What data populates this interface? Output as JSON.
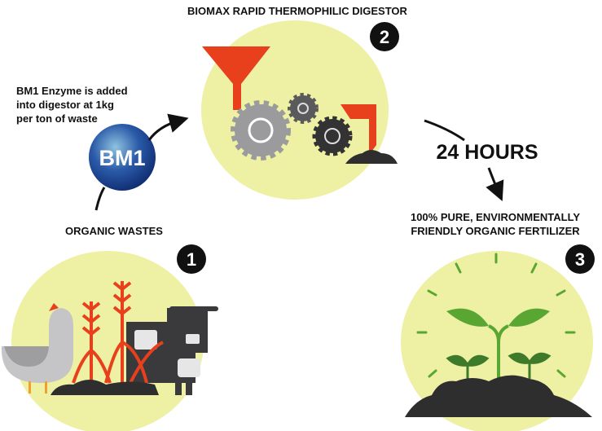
{
  "steps": [
    {
      "number": "1",
      "title": "ORGANIC WASTES"
    },
    {
      "number": "2",
      "title": "BIOMAX RAPID THERMOPHILIC DIGESTOR"
    },
    {
      "number": "3",
      "title_line1": "100% PURE, ENVIRONMENTALLY",
      "title_line2": "FRIENDLY ORGANIC FERTILIZER"
    }
  ],
  "enzyme": {
    "badge": "BM1",
    "note_line1": "BM1 Enzyme is added",
    "note_line2": "into digestor at 1kg",
    "note_line3": "per ton of waste"
  },
  "duration": "24 HOURS",
  "colors": {
    "circle": "#eef0a4",
    "accent": "#e8401c",
    "dark": "#3a3a3c",
    "gear_light": "#9b9b9d",
    "green": "#5aa632",
    "dark_green": "#3d7a2a",
    "enzyme_blue": "#2a4f9c"
  }
}
